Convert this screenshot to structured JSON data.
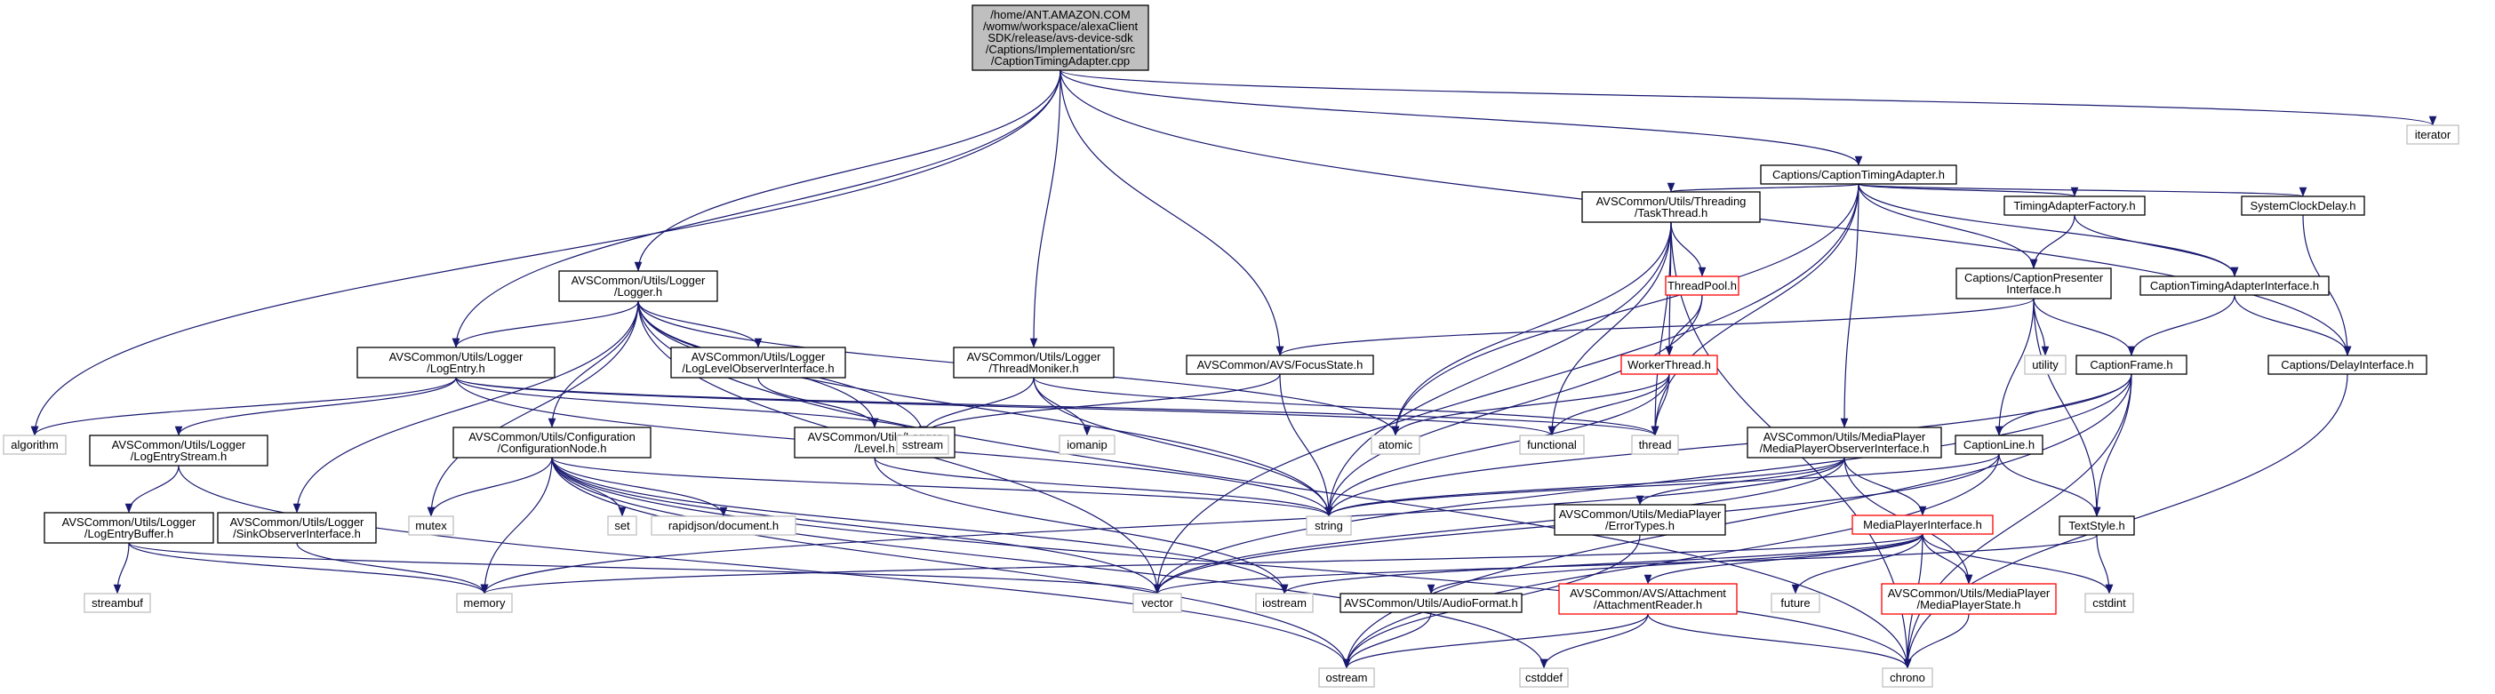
{
  "colors": {
    "edge": "#191970",
    "node_border": "#000000",
    "missing_border": "#bfbfbf",
    "redirect_border": "#ff0000",
    "root_fill": "#bfbfbf"
  },
  "graph": {
    "nodes": [
      {
        "id": "root",
        "kind": "root",
        "lines": [
          "/home/ANT.AMAZON.COM",
          "/womw/workspace/alexaClient",
          "SDK/release/avs-device-sdk",
          "/Captions/Implementation/src",
          "/CaptionTimingAdapter.cpp"
        ]
      },
      {
        "id": "algorithm",
        "kind": "system",
        "lines": [
          "algorithm"
        ]
      },
      {
        "id": "logentry",
        "kind": "header",
        "lines": [
          "AVSCommon/Utils/Logger",
          "/LogEntry.h"
        ]
      },
      {
        "id": "logger",
        "kind": "header",
        "lines": [
          "AVSCommon/Utils/Logger",
          "/Logger.h"
        ]
      },
      {
        "id": "threadmoniker",
        "kind": "header",
        "lines": [
          "AVSCommon/Utils/Logger",
          "/ThreadMoniker.h"
        ]
      },
      {
        "id": "focusstate",
        "kind": "header",
        "lines": [
          "AVSCommon/AVS/FocusState.h"
        ]
      },
      {
        "id": "captiontimingadapter",
        "kind": "header",
        "lines": [
          "Captions/CaptionTimingAdapter.h"
        ]
      },
      {
        "id": "iterator",
        "kind": "system",
        "lines": [
          "iterator"
        ]
      },
      {
        "id": "logentrystream",
        "kind": "header",
        "lines": [
          "AVSCommon/Utils/Logger",
          "/LogEntryStream.h"
        ]
      },
      {
        "id": "logentrybuffer",
        "kind": "header",
        "lines": [
          "AVSCommon/Utils/Logger",
          "/LogEntryBuffer.h"
        ]
      },
      {
        "id": "streambuf",
        "kind": "system",
        "lines": [
          "streambuf"
        ]
      },
      {
        "id": "sinkobserver",
        "kind": "header",
        "lines": [
          "AVSCommon/Utils/Logger",
          "/SinkObserverInterface.h"
        ]
      },
      {
        "id": "configurationnode",
        "kind": "header",
        "lines": [
          "AVSCommon/Utils/Configuration",
          "/ConfigurationNode.h"
        ]
      },
      {
        "id": "loglevelobserver",
        "kind": "header",
        "lines": [
          "AVSCommon/Utils/Logger",
          "/LogLevelObserverInterface.h"
        ]
      },
      {
        "id": "level",
        "kind": "header",
        "lines": [
          "AVSCommon/Utils/Logger",
          "/Level.h"
        ]
      },
      {
        "id": "mutex",
        "kind": "system",
        "lines": [
          "mutex"
        ]
      },
      {
        "id": "set",
        "kind": "system",
        "lines": [
          "set"
        ]
      },
      {
        "id": "rapidjson",
        "kind": "system",
        "lines": [
          "rapidjson/document.h"
        ]
      },
      {
        "id": "sstream",
        "kind": "system",
        "lines": [
          "sstream"
        ]
      },
      {
        "id": "iomanip",
        "kind": "system",
        "lines": [
          "iomanip"
        ]
      },
      {
        "id": "string",
        "kind": "system",
        "lines": [
          "string"
        ]
      },
      {
        "id": "memory",
        "kind": "system",
        "lines": [
          "memory"
        ]
      },
      {
        "id": "vector",
        "kind": "system",
        "lines": [
          "vector"
        ]
      },
      {
        "id": "iostream",
        "kind": "system",
        "lines": [
          "iostream"
        ]
      },
      {
        "id": "ostream",
        "kind": "system",
        "lines": [
          "ostream"
        ]
      },
      {
        "id": "cstddef",
        "kind": "system",
        "lines": [
          "cstddef"
        ]
      },
      {
        "id": "chrono",
        "kind": "system",
        "lines": [
          "chrono"
        ]
      },
      {
        "id": "taskthread",
        "kind": "header",
        "lines": [
          "AVSCommon/Utils/Threading",
          "/TaskThread.h"
        ]
      },
      {
        "id": "threadpool",
        "kind": "redirect",
        "lines": [
          "ThreadPool.h"
        ]
      },
      {
        "id": "workerthread",
        "kind": "redirect",
        "lines": [
          "WorkerThread.h"
        ]
      },
      {
        "id": "atomic",
        "kind": "system",
        "lines": [
          "atomic"
        ]
      },
      {
        "id": "functional",
        "kind": "system",
        "lines": [
          "functional"
        ]
      },
      {
        "id": "thread",
        "kind": "system",
        "lines": [
          "thread"
        ]
      },
      {
        "id": "timingadapterfactory",
        "kind": "header",
        "lines": [
          "TimingAdapterFactory.h"
        ]
      },
      {
        "id": "captionpresenter",
        "kind": "header",
        "lines": [
          "Captions/CaptionPresenter",
          "Interface.h"
        ]
      },
      {
        "id": "systemclockdelay",
        "kind": "header",
        "lines": [
          "SystemClockDelay.h"
        ]
      },
      {
        "id": "captiontimingadapterinterface",
        "kind": "header",
        "lines": [
          "CaptionTimingAdapterInterface.h"
        ]
      },
      {
        "id": "utility",
        "kind": "system",
        "lines": [
          "utility"
        ]
      },
      {
        "id": "captionframe",
        "kind": "header",
        "lines": [
          "CaptionFrame.h"
        ]
      },
      {
        "id": "delayinterface",
        "kind": "header",
        "lines": [
          "Captions/DelayInterface.h"
        ]
      },
      {
        "id": "mpobserver",
        "kind": "header",
        "lines": [
          "AVSCommon/Utils/MediaPlayer",
          "/MediaPlayerObserverInterface.h"
        ]
      },
      {
        "id": "captionline",
        "kind": "header",
        "lines": [
          "CaptionLine.h"
        ]
      },
      {
        "id": "errortypes",
        "kind": "header",
        "lines": [
          "AVSCommon/Utils/MediaPlayer",
          "/ErrorTypes.h"
        ]
      },
      {
        "id": "mpinterface",
        "kind": "redirect",
        "lines": [
          "MediaPlayerInterface.h"
        ]
      },
      {
        "id": "textstyle",
        "kind": "header",
        "lines": [
          "TextStyle.h"
        ]
      },
      {
        "id": "audioformat",
        "kind": "header",
        "lines": [
          "AVSCommon/Utils/AudioFormat.h"
        ]
      },
      {
        "id": "attachmentreader",
        "kind": "redirect",
        "lines": [
          "AVSCommon/AVS/Attachment",
          "/AttachmentReader.h"
        ]
      },
      {
        "id": "future",
        "kind": "system",
        "lines": [
          "future"
        ]
      },
      {
        "id": "mpstate",
        "kind": "redirect",
        "lines": [
          "AVSCommon/Utils/MediaPlayer",
          "/MediaPlayerState.h"
        ]
      },
      {
        "id": "cstdint",
        "kind": "system",
        "lines": [
          "cstdint"
        ]
      }
    ],
    "edges": [
      [
        "root",
        "algorithm"
      ],
      [
        "root",
        "logentry"
      ],
      [
        "root",
        "logger"
      ],
      [
        "root",
        "threadmoniker"
      ],
      [
        "root",
        "focusstate"
      ],
      [
        "root",
        "captiontimingadapter"
      ],
      [
        "root",
        "iterator"
      ],
      [
        "root",
        "delayinterface"
      ],
      [
        "logger",
        "logentry"
      ],
      [
        "logger",
        "loglevelobserver"
      ],
      [
        "logger",
        "level"
      ],
      [
        "logger",
        "configurationnode"
      ],
      [
        "logger",
        "sinkobserver"
      ],
      [
        "logger",
        "mutex"
      ],
      [
        "logger",
        "sstream"
      ],
      [
        "logger",
        "atomic"
      ],
      [
        "logger",
        "string"
      ],
      [
        "logger",
        "vector"
      ],
      [
        "logger",
        "chrono"
      ],
      [
        "logentry",
        "algorithm"
      ],
      [
        "logentry",
        "logentrystream"
      ],
      [
        "logentry",
        "sstream"
      ],
      [
        "logentry",
        "functional"
      ],
      [
        "logentry",
        "string"
      ],
      [
        "logentry",
        "thread"
      ],
      [
        "logentrystream",
        "logentrybuffer"
      ],
      [
        "logentrystream",
        "ostream"
      ],
      [
        "logentrybuffer",
        "streambuf"
      ],
      [
        "logentrybuffer",
        "memory"
      ],
      [
        "logentrybuffer",
        "vector"
      ],
      [
        "sinkobserver",
        "memory"
      ],
      [
        "configurationnode",
        "mutex"
      ],
      [
        "configurationnode",
        "set"
      ],
      [
        "configurationnode",
        "rapidjson"
      ],
      [
        "configurationnode",
        "string"
      ],
      [
        "configurationnode",
        "memory"
      ],
      [
        "configurationnode",
        "vector"
      ],
      [
        "configurationnode",
        "iostream"
      ],
      [
        "configurationnode",
        "chrono"
      ],
      [
        "configurationnode",
        "cstddef"
      ],
      [
        "configurationnode",
        "ostream"
      ],
      [
        "loglevelobserver",
        "level"
      ],
      [
        "level",
        "string"
      ],
      [
        "level",
        "iostream"
      ],
      [
        "threadmoniker",
        "sstream"
      ],
      [
        "threadmoniker",
        "iomanip"
      ],
      [
        "threadmoniker",
        "string"
      ],
      [
        "threadmoniker",
        "thread"
      ],
      [
        "focusstate",
        "sstream"
      ],
      [
        "focusstate",
        "string"
      ],
      [
        "captiontimingadapter",
        "taskthread"
      ],
      [
        "captiontimingadapter",
        "timingadapterfactory"
      ],
      [
        "captiontimingadapter",
        "systemclockdelay"
      ],
      [
        "captiontimingadapter",
        "captionpresenter"
      ],
      [
        "captiontimingadapter",
        "captiontimingadapterinterface"
      ],
      [
        "captiontimingadapter",
        "mpobserver"
      ],
      [
        "captiontimingadapter",
        "atomic"
      ],
      [
        "captiontimingadapter",
        "thread"
      ],
      [
        "captiontimingadapter",
        "vector"
      ],
      [
        "taskthread",
        "threadpool"
      ],
      [
        "taskthread",
        "workerthread"
      ],
      [
        "taskthread",
        "atomic"
      ],
      [
        "taskthread",
        "functional"
      ],
      [
        "taskthread",
        "thread"
      ],
      [
        "taskthread",
        "string"
      ],
      [
        "taskthread",
        "chrono"
      ],
      [
        "threadpool",
        "workerthread"
      ],
      [
        "threadpool",
        "string"
      ],
      [
        "workerthread",
        "atomic"
      ],
      [
        "workerthread",
        "functional"
      ],
      [
        "workerthread",
        "thread"
      ],
      [
        "workerthread",
        "string"
      ],
      [
        "timingadapterfactory",
        "captionpresenter"
      ],
      [
        "timingadapterfactory",
        "captiontimingadapterinterface"
      ],
      [
        "systemclockdelay",
        "delayinterface"
      ],
      [
        "captionpresenter",
        "focusstate"
      ],
      [
        "captionpresenter",
        "utility"
      ],
      [
        "captionpresenter",
        "captionframe"
      ],
      [
        "captionpresenter",
        "captionline"
      ],
      [
        "captionpresenter",
        "textstyle"
      ],
      [
        "captiontimingadapterinterface",
        "captionframe"
      ],
      [
        "captiontimingadapterinterface",
        "delayinterface"
      ],
      [
        "captionframe",
        "captionline"
      ],
      [
        "captionframe",
        "textstyle"
      ],
      [
        "captionframe",
        "string"
      ],
      [
        "captionframe",
        "vector"
      ],
      [
        "captionframe",
        "ostream"
      ],
      [
        "captionframe",
        "chrono"
      ],
      [
        "captionline",
        "string"
      ],
      [
        "captionline",
        "vector"
      ],
      [
        "captionline",
        "ostream"
      ],
      [
        "captionline",
        "textstyle"
      ],
      [
        "textstyle",
        "cstdint"
      ],
      [
        "textstyle",
        "vector"
      ],
      [
        "delayinterface",
        "chrono"
      ],
      [
        "mpobserver",
        "errortypes"
      ],
      [
        "mpobserver",
        "mpinterface"
      ],
      [
        "mpobserver",
        "mpstate"
      ],
      [
        "mpobserver",
        "string"
      ],
      [
        "mpobserver",
        "memory"
      ],
      [
        "mpobserver",
        "vector"
      ],
      [
        "errortypes",
        "ostream"
      ],
      [
        "mpinterface",
        "attachmentreader"
      ],
      [
        "mpinterface",
        "audioformat"
      ],
      [
        "mpinterface",
        "mpstate"
      ],
      [
        "mpinterface",
        "future"
      ],
      [
        "mpinterface",
        "chrono"
      ],
      [
        "mpinterface",
        "cstdint"
      ],
      [
        "mpinterface",
        "iostream"
      ],
      [
        "mpinterface",
        "memory"
      ],
      [
        "audioformat",
        "ostream"
      ],
      [
        "attachmentreader",
        "ostream"
      ],
      [
        "attachmentreader",
        "cstddef"
      ],
      [
        "attachmentreader",
        "chrono"
      ],
      [
        "mpstate",
        "chrono"
      ]
    ]
  }
}
